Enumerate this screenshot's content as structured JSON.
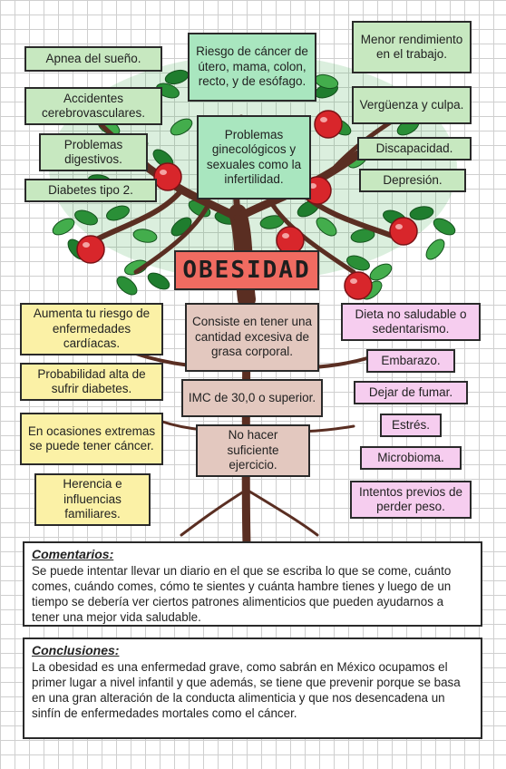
{
  "title": "OBESIDAD",
  "consequences": {
    "left": [
      "Apnea del sueño.",
      "Accidentes cerebrovasculares.",
      "Problemas digestivos.",
      "Diabetes tipo 2."
    ],
    "center": [
      "Riesgo de cáncer de útero, mama, colon, recto, y de esófago.",
      "Problemas ginecológicos y sexuales como la infertilidad."
    ],
    "right": [
      "Menor rendimiento en el trabajo.",
      "Vergüenza y culpa.",
      "Discapacidad.",
      "Depresión."
    ]
  },
  "risks": [
    "Aumenta tu riesgo de enfermedades cardíacas.",
    "Probabilidad alta de sufrir diabetes.",
    "En ocasiones extremas se puede tener cáncer.",
    "Herencia e influencias familiares."
  ],
  "definition": [
    "Consiste en tener una cantidad excesiva de grasa corporal.",
    "IMC de 30,0 o superior.",
    "No hacer suficiente ejercicio."
  ],
  "causes": [
    "Dieta no saludable o sedentarismo.",
    "Embarazo.",
    "Dejar de fumar.",
    "Estrés.",
    "Microbioma.",
    "Intentos previos de perder peso."
  ],
  "comments": {
    "heading": "Comentarios:",
    "text": "Se puede intentar llevar un diario en el que se escriba lo que se come, cuánto comes, cuándo comes, cómo te sientes y cuánta hambre tienes y luego de un tiempo se debería ver ciertos patrones alimenticios que pueden ayudarnos a tener una mejor vida saludable."
  },
  "conclusions": {
    "heading": "Conclusiones:",
    "text": "La obesidad es una enfermedad grave, como sabrán en México ocupamos el primer lugar a nivel infantil y que además, se tiene que prevenir porque se basa en una gran alteración de la conducta alimenticia y que nos desencadena un sinfín de enfermedades mortales como el cáncer."
  },
  "colors": {
    "title_box": "#f06b61",
    "leaf": "#2f9a3c",
    "apple": "#d8262b",
    "trunk": "#5a2e22"
  }
}
